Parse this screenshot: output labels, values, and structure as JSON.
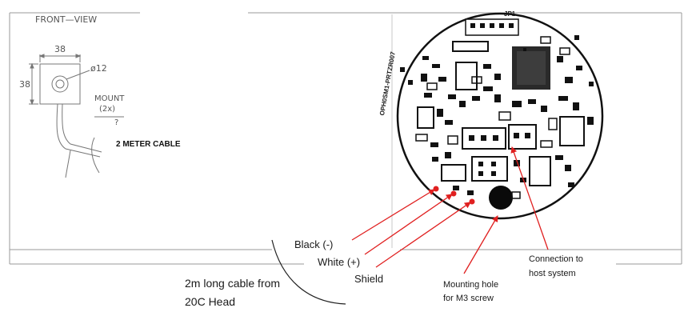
{
  "drawing": {
    "front_view_label": "FRONT—VIEW",
    "dim_width": "38",
    "dim_height": "38",
    "diameter": "ø12",
    "mount_label": "MOUNT",
    "mount_count": "(2x)",
    "mount_sub": "?",
    "cable_label": "2 METER CABLE"
  },
  "pcb": {
    "header_label": "JP1",
    "board_text": "OPH0SM1-PRTZR007"
  },
  "annotations": {
    "black": "Black (-)",
    "white": "White (+)",
    "shield": "Shield",
    "mounting_hole_line1": "Mounting hole",
    "mounting_hole_line2": "for M3 screw",
    "connection_line1": "Connection to",
    "connection_line2": "host system",
    "cable_line1": "2m long cable from",
    "cable_line2": "20C Head"
  },
  "colors": {
    "arrow": "#e02020",
    "ink": "#1a1a1a",
    "cad_line": "#8a8a8a"
  }
}
